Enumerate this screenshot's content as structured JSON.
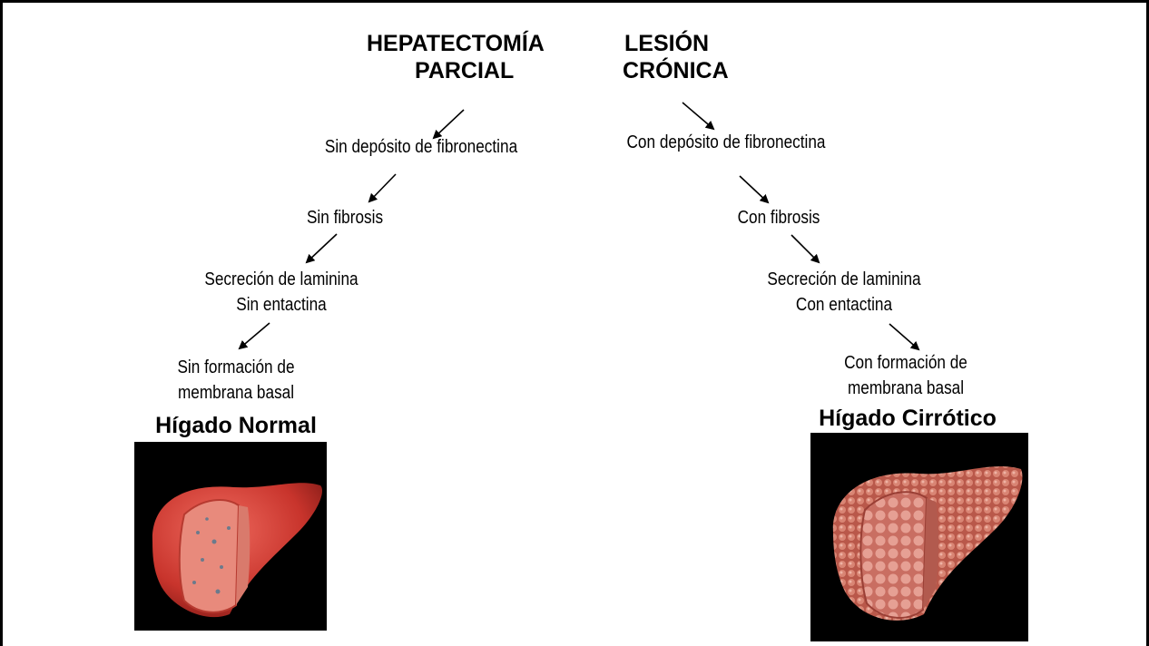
{
  "left_branch": {
    "title_line1": "HEPATECTOMÍA",
    "title_line2": "PARCIAL",
    "steps": [
      "Sin depósito de fibronectina",
      "Sin fibrosis",
      "Secreción de laminina",
      "Sin entactina",
      "Sin formación de",
      "membrana basal"
    ],
    "outcome": "Hígado Normal"
  },
  "right_branch": {
    "title_line1": "LESIÓN",
    "title_line2": "CRÓNICA",
    "steps": [
      "Con depósito de fibronectina",
      "Con fibrosis",
      "Secreción de laminina",
      "Con entactina",
      "Con formación de",
      "membrana basal"
    ],
    "outcome": "Hígado Cirrótico"
  },
  "colors": {
    "liver_normal": "#d9463c",
    "liver_cirrhotic": "#c8634f",
    "cut_surface_normal": "#e88a7c",
    "cut_surface_cirrhotic": "#d98a80"
  }
}
